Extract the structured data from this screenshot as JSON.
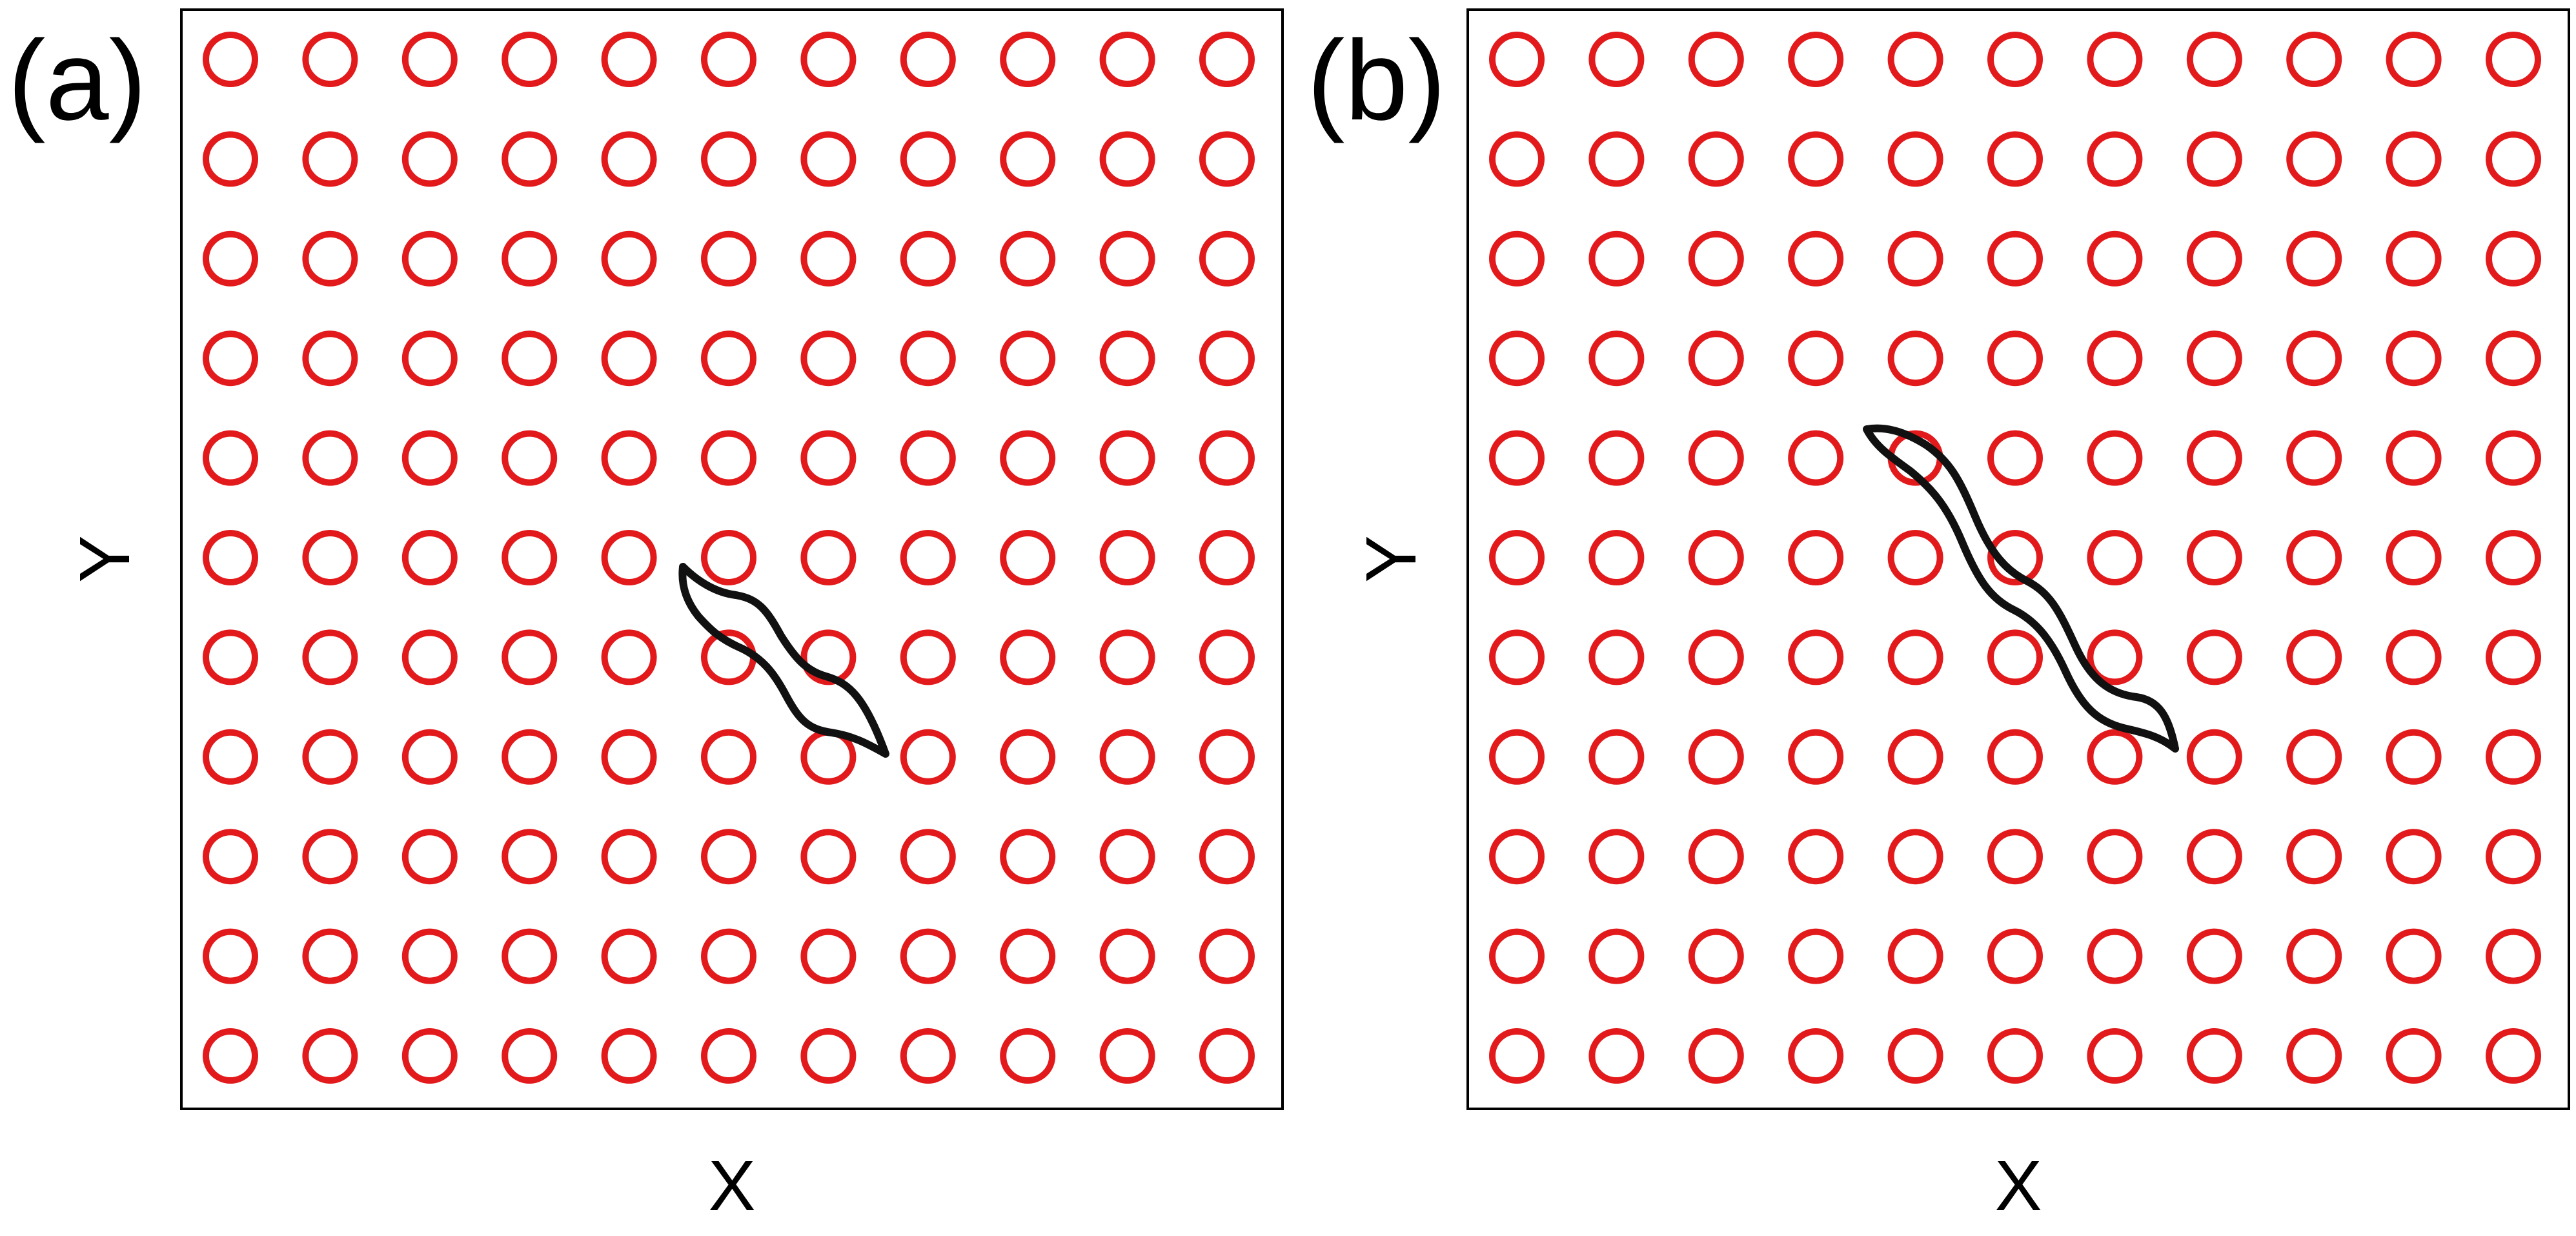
{
  "figure": {
    "obstacle_color": "#e31a1c",
    "swimmer_color": "#111111",
    "grid": {
      "rows": 11,
      "columns": 11
    }
  },
  "panels": [
    {
      "label": "(a)",
      "xlabel": "X",
      "ylabel": "Y"
    },
    {
      "label": "(b)",
      "xlabel": "X",
      "ylabel": "Y"
    }
  ]
}
